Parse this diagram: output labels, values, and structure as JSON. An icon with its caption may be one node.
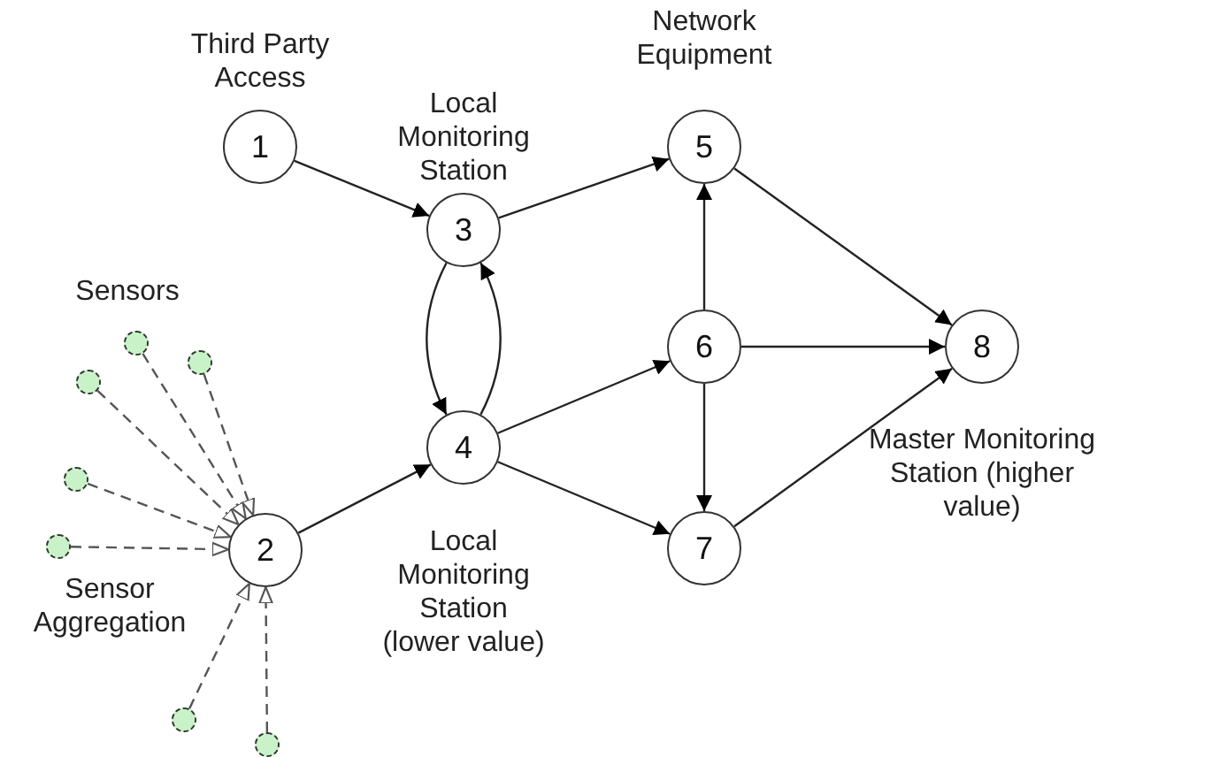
{
  "diagram": {
    "nodes": [
      {
        "text": [
          "1"
        ],
        "beside": [
          "Third Party Access"
        ]
      },
      {
        "text": [
          "2"
        ]
      },
      {
        "text": [
          "3"
        ],
        "beside": [
          "Local Monitoring Station"
        ]
      },
      {
        "text": [
          "4"
        ],
        "beside": [
          "Local Monitoring Station (lower value)"
        ]
      },
      {
        "text": [
          "5"
        ],
        "beside": [
          "Network Equipment"
        ]
      },
      {
        "text": [
          "6"
        ]
      },
      {
        "text": [
          "7"
        ]
      },
      {
        "text": [
          "8"
        ],
        "beside": [
          "Master Monitoring Station (higher value)"
        ]
      },
      {
        "text": [],
        "shape": "circle"
      },
      {
        "text": [],
        "shape": "circle"
      },
      {
        "text": [],
        "shape": "circle"
      },
      {
        "text": [],
        "shape": "circle"
      },
      {
        "text": [],
        "shape": "circle"
      },
      {
        "text": [],
        "shape": "circle"
      },
      {
        "text": [],
        "shape": "circle"
      }
    ],
    "edges": [
      {
        "from": 0,
        "to": 2,
        "arrow": "to"
      },
      {
        "from": 1,
        "to": 3,
        "arrow": "to"
      },
      {
        "from": 2,
        "to": 4,
        "arrow": "to"
      },
      {
        "from": 2,
        "to": 3,
        "arrow": "to"
      },
      {
        "from": 3,
        "to": 2,
        "arrow": "to"
      },
      {
        "from": 3,
        "to": 5,
        "arrow": "to"
      },
      {
        "from": 3,
        "to": 6,
        "arrow": "to"
      },
      {
        "from": 4,
        "to": 7,
        "arrow": "to"
      },
      {
        "from": 5,
        "to": 4,
        "arrow": "to"
      },
      {
        "from": 5,
        "to": 7,
        "arrow": "to"
      },
      {
        "from": 5,
        "to": 6,
        "arrow": "to"
      },
      {
        "from": 6,
        "to": 7,
        "arrow": "to"
      },
      {
        "from": 8,
        "to": 1,
        "arrow": "to",
        "style": "dashed"
      },
      {
        "from": 9,
        "to": 1,
        "arrow": "to",
        "style": "dashed"
      },
      {
        "from": 10,
        "to": 1,
        "arrow": "to",
        "style": "dashed"
      },
      {
        "from": 11,
        "to": 1,
        "arrow": "to",
        "style": "dashed"
      },
      {
        "from": 12,
        "to": 1,
        "arrow": "to",
        "style": "dashed"
      },
      {
        "from": 13,
        "to": 1,
        "arrow": "to",
        "style": "dashed"
      },
      {
        "from": 14,
        "to": 1,
        "arrow": "to",
        "style": "dashed"
      }
    ],
    "labels": [
      "Sensors",
      "Sensor Aggregation"
    ]
  }
}
